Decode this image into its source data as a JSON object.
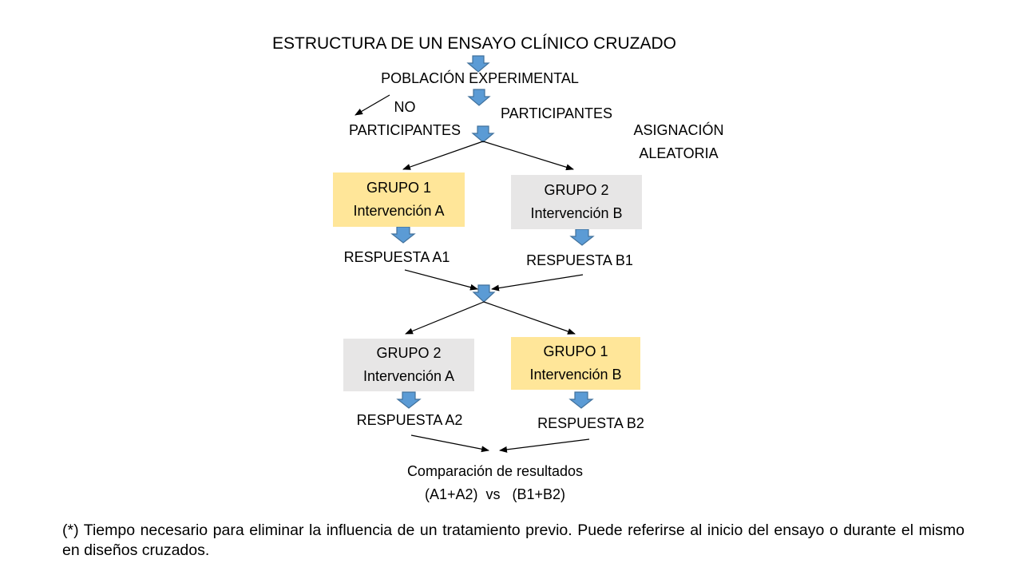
{
  "title": "ESTRUCTURA DE UN ENSAYO CLÍNICO CRUZADO",
  "labels": {
    "population": "POBLACIÓN EXPERIMENTAL",
    "no_participants_line1": "NO",
    "no_participants_line2": "PARTICIPANTES",
    "participants": "PARTICIPANTES",
    "random_line1": "ASIGNACIÓN",
    "random_line2": "ALEATORIA"
  },
  "phase1": {
    "left_box": {
      "line1": "GRUPO 1",
      "line2": "Intervención A",
      "color": "#FFE699"
    },
    "right_box": {
      "line1": "GRUPO 2",
      "line2": "Intervención B",
      "color": "#E7E6E6"
    },
    "left_response": "RESPUESTA A1",
    "right_response": "RESPUESTA B1"
  },
  "phase2": {
    "left_box": {
      "line1": "GRUPO 2",
      "line2": "Intervención A",
      "color": "#E7E6E6"
    },
    "right_box": {
      "line1": "GRUPO 1",
      "line2": "Intervención B",
      "color": "#FFE699"
    },
    "left_response": "RESPUESTA A2",
    "right_response": "RESPUESTA B2"
  },
  "comparison": {
    "line1": "Comparación de resultados",
    "line2": "(A1+A2)  vs   (B1+B2)"
  },
  "footnote": "(*) Tiempo necesario para eliminar la influencia de un tratamiento previo. Puede referirse al inicio del ensayo o durante el mismo en diseños cruzados.",
  "colors": {
    "block_arrow_fill": "#5B9BD5",
    "block_arrow_stroke": "#41719C",
    "line_arrow": "#000000"
  }
}
